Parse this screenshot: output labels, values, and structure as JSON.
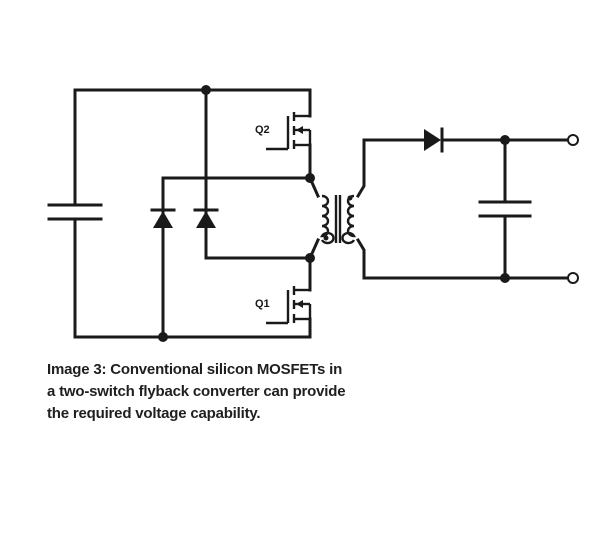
{
  "diagram": {
    "switch_labels": {
      "q1": "Q1",
      "q2": "Q2"
    }
  },
  "caption": {
    "lines": [
      "Image 3: Conventional silicon MOSFETs in",
      "a two-switch flyback converter can provide",
      "the required voltage capability."
    ]
  },
  "colors": {
    "ink": "#1a1a1a",
    "background": "#ffffff"
  }
}
